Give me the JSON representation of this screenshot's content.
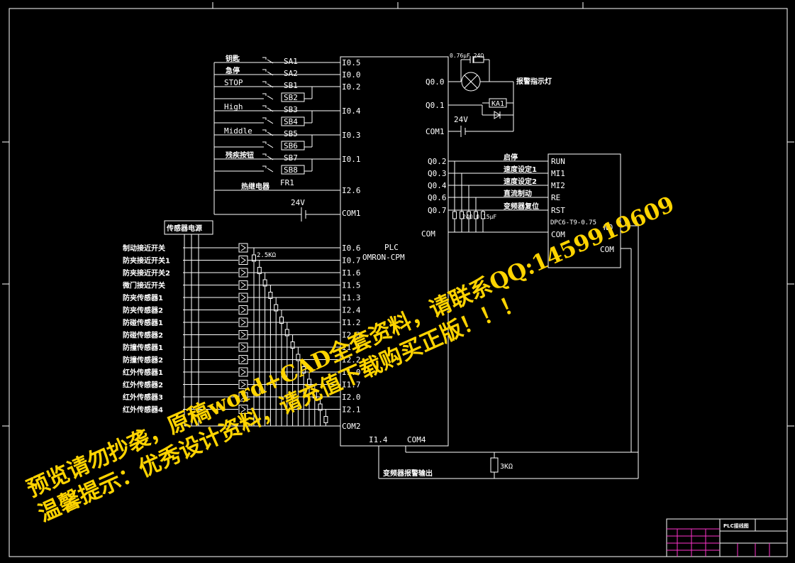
{
  "switches_top": [
    {
      "label": "钥匙",
      "code": "SA1",
      "input": "I0.5"
    },
    {
      "label": "急停",
      "code": "SA2",
      "input": "I0.0"
    },
    {
      "label": "STOP",
      "code": "SB1",
      "input": "I0.2"
    },
    {
      "label": "",
      "code": "SB2",
      "input": ""
    },
    {
      "label": "High",
      "code": "SB3",
      "input": "I0.4"
    },
    {
      "label": "",
      "code": "SB4",
      "input": ""
    },
    {
      "label": "Middle",
      "code": "SB5",
      "input": "I0.3"
    },
    {
      "label": "",
      "code": "SB6",
      "input": ""
    },
    {
      "label": "残疾按钮",
      "code": "SB7",
      "input": "I0.1"
    },
    {
      "label": "",
      "code": "SB8",
      "input": ""
    }
  ],
  "thermal": {
    "label": "热继电器",
    "code": "FR1",
    "input": "I2.6"
  },
  "com1_left": {
    "voltage": "24V",
    "terminal": "COM1"
  },
  "sensor_power": "传感器电源",
  "sensor_resistor": "2.5KΩ",
  "sensors": [
    {
      "label": "制动接近开关",
      "input": "I0.6"
    },
    {
      "label": "防夹接近开关1",
      "input": "I0.7"
    },
    {
      "label": "防夹接近开关2",
      "input": "I1.6"
    },
    {
      "label": "微门接近开关",
      "input": "I1.5"
    },
    {
      "label": "防夹传感器1",
      "input": "I1.3"
    },
    {
      "label": "防夹传感器2",
      "input": "I2.4"
    },
    {
      "label": "防碰传感器1",
      "input": "I1.2"
    },
    {
      "label": "防碰传感器2",
      "input": "I2.3"
    },
    {
      "label": "防撞传感器1",
      "input": "I1.1"
    },
    {
      "label": "防撞传感器2",
      "input": "I2.2"
    },
    {
      "label": "红外传感器1",
      "input": "I1.0"
    },
    {
      "label": "红外传感器2",
      "input": "I1.7"
    },
    {
      "label": "红外传感器3",
      "input": "I2.0"
    },
    {
      "label": "红外传感器4",
      "input": "I2.1"
    }
  ],
  "plc": {
    "title": "PLC",
    "model": "OMRON-CPM",
    "com2": "COM2",
    "bottom_left": "I1.4",
    "bottom_right": "COM4",
    "com_right": "COM"
  },
  "outputs_top": [
    {
      "terminal": "Q0.0"
    },
    {
      "terminal": "Q0.1"
    },
    {
      "terminal": "COM1"
    }
  ],
  "alarm_lamp": "报警指示灯",
  "cap_label": "0.76μF 24Ω",
  "relay": "KA1",
  "voltage_right": "24V",
  "outputs_vfd": [
    {
      "terminal": "Q0.2",
      "label": "启停"
    },
    {
      "terminal": "Q0.3",
      "label": "速度设定1"
    },
    {
      "terminal": "Q0.4",
      "label": "速度设定2"
    },
    {
      "terminal": "Q0.6",
      "label": "直流制动"
    },
    {
      "terminal": "Q0.7",
      "label": "变频器复位"
    }
  ],
  "rc_label": "24Ω 0.15μF",
  "vfd": {
    "pins": [
      "RUN",
      "MI1",
      "MI2",
      "RE",
      "RST"
    ],
    "model": "DPC6-T9-0.75",
    "com": "COM",
    "no": "NO",
    "com2": "COM"
  },
  "resistor_3k": "3KΩ",
  "vfd_alarm": "变频器报警输出",
  "title_block": {
    "name": "PLC接线图"
  },
  "watermark": {
    "line1": "预览请勿抄袭，原稿word+CAD全套资料，请联系QQ:1459919609",
    "line2": "温馨提示：优秀设计资料，请充值下载购买正版！！！"
  }
}
